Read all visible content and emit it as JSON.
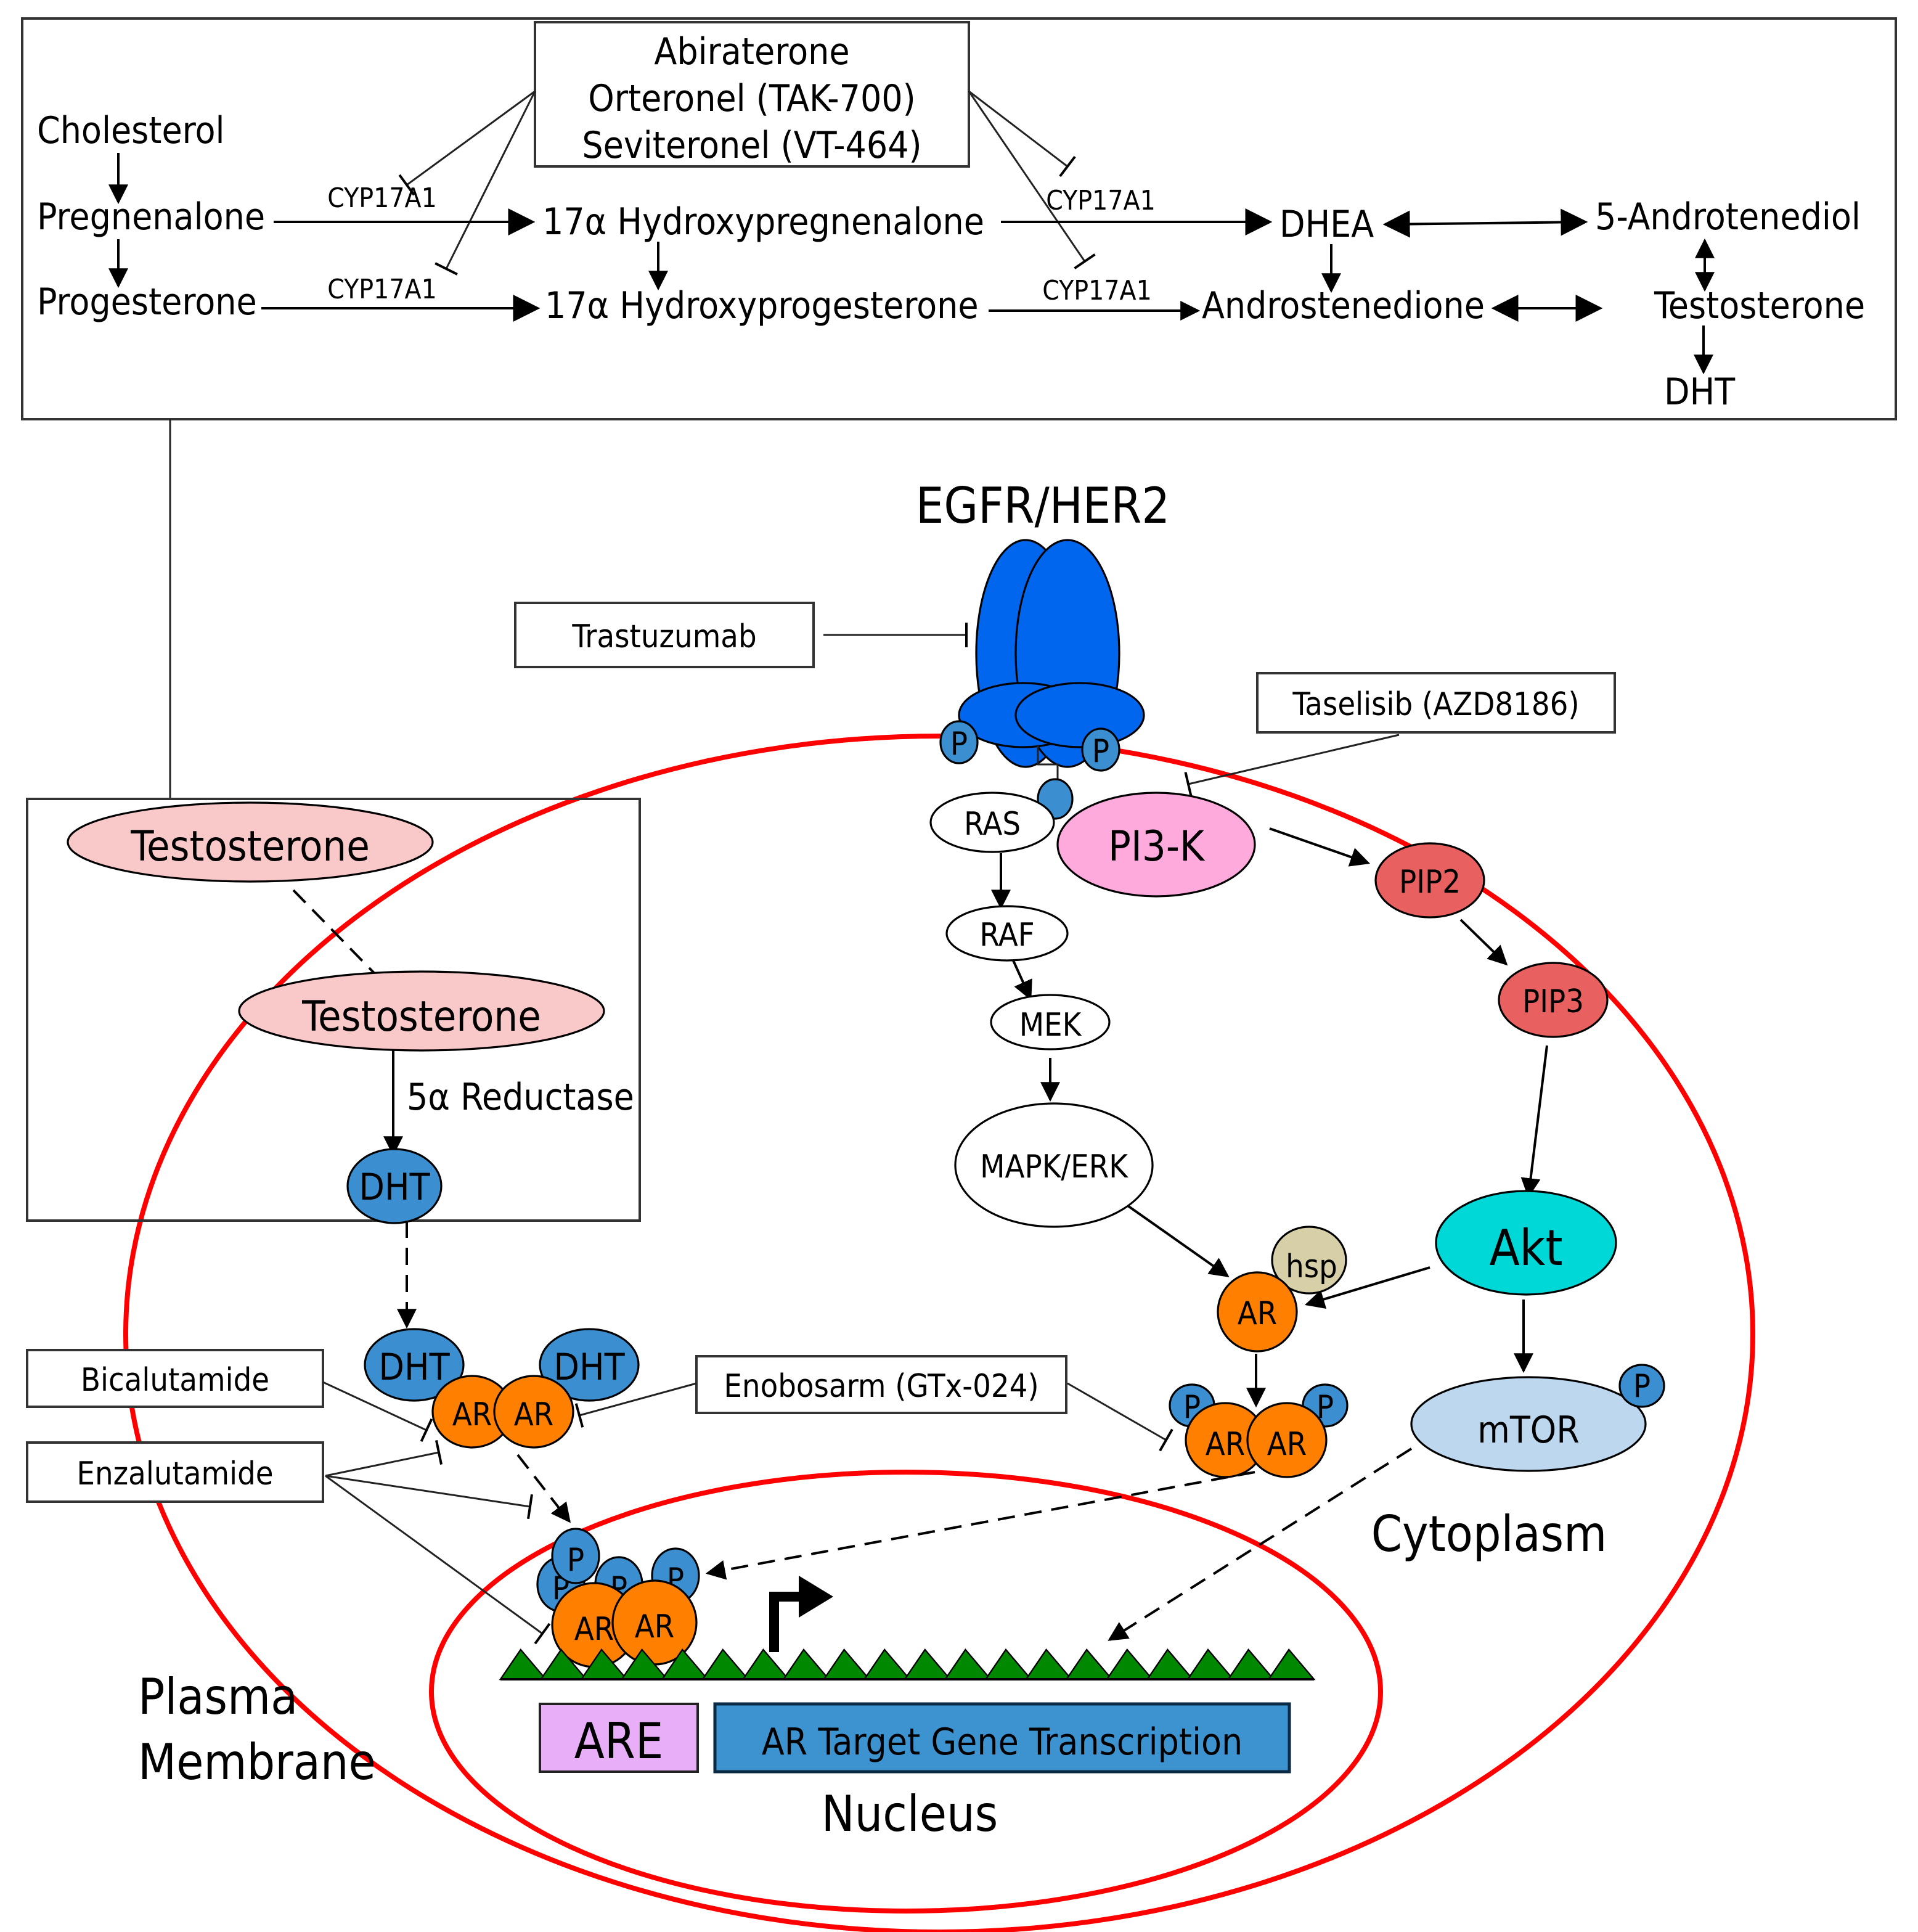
{
  "steroidogenesis": {
    "inhibitor_box": {
      "lines": [
        "Abiraterone",
        "Orteronel (TAK-700)",
        "Seviteronel (VT-464)"
      ]
    },
    "compounds": {
      "cholesterol": "Cholesterol",
      "pregnenalone": "Pregnenalone",
      "progesterone": "Progesterone",
      "hydroxypregnenalone": "17α Hydroxypregnenalone",
      "hydroxyprogesterone": "17α Hydroxyprogesterone",
      "dhea": "DHEA",
      "androstenedione": "Androstenedione",
      "androtenediol": "5-Androtenediol",
      "testosterone": "Testosterone",
      "dht": "DHT"
    },
    "enzyme_labels": [
      "CYP17A1",
      "CYP17A1",
      "CYP17A1",
      "CYP17A1"
    ]
  },
  "receptor": {
    "title": "EGFR/HER2",
    "phospho_label": "P"
  },
  "drugs": {
    "trastuzumab": "Trastuzumab",
    "taselisib": "Taselisib (AZD8186)",
    "bicalutamide": "Bicalutamide",
    "enzalutamide": "Enzalutamide",
    "enobosarm": "Enobosarm (GTx-024)"
  },
  "conversion_box": {
    "testosterone_outer": "Testosterone",
    "testosterone_inner": "Testosterone",
    "enzyme": "5α Reductase",
    "dht": "DHT"
  },
  "signaling": {
    "ras": "RAS",
    "raf": "RAF",
    "mek": "MEK",
    "mapk": "MAPK/ERK",
    "pi3k": "PI3-K",
    "pip2": "PIP2",
    "pip3": "PIP3",
    "akt": "Akt",
    "mtor": "mTOR",
    "hsp": "hsp",
    "ar": "AR",
    "dht": "DHT",
    "p": "P"
  },
  "nucleus": {
    "are": "ARE",
    "transcription": "AR Target Gene Transcription",
    "dna_segments": 20
  },
  "compartments": {
    "cytoplasm": "Cytoplasm",
    "plasma_membrane_line1": "Plasma",
    "plasma_membrane_line2": "Membrane",
    "nucleus": "Nucleus"
  },
  "colors": {
    "membrane": "#ff0000",
    "receptor": "#0066ee",
    "phospho": "#3b8fd0",
    "dht": "#3b8fd0",
    "ar": "#ff7f00",
    "testosterone": "#f9c9c9",
    "pi3k": "#ffaadd",
    "pip": "#e86060",
    "akt": "#00d8d8",
    "mtor": "#bdd7ee",
    "hsp": "#d6cfa8",
    "dna": "#008800",
    "are": "#e8aef8",
    "transcription": "#3d93d0"
  }
}
